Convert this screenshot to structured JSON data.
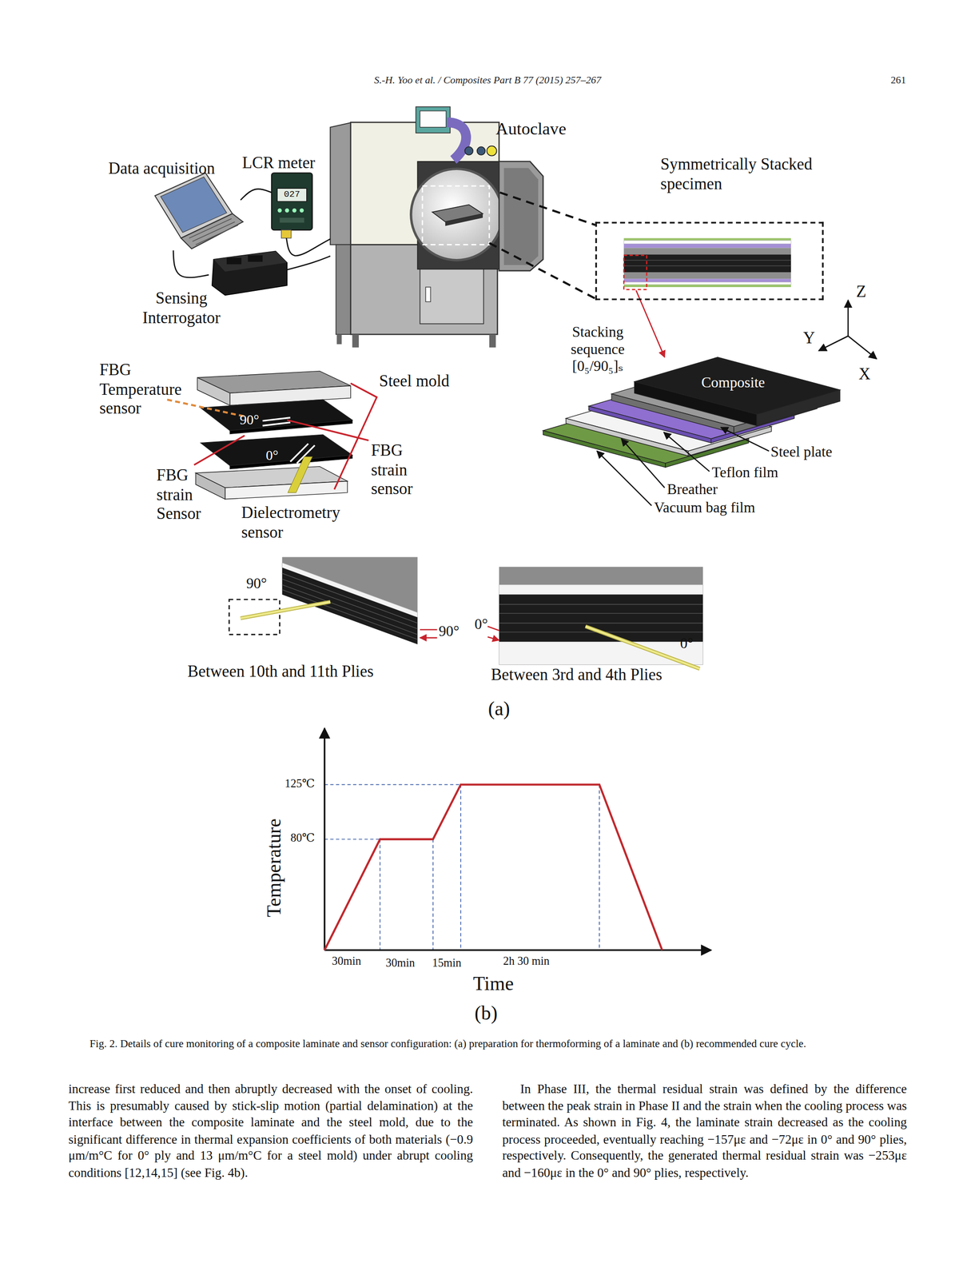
{
  "diagram": {
    "caption": "Fig. 2. Details of cure monitoring of a composite laminate and sensor configuration: (a) preparation for thermoforming of a laminate and (b) recommended cure cycle.",
    "nodes": [
      {
        "text": [
          "Data acquisition"
        ]
      },
      {
        "text": [
          "LCR meter",
          "027"
        ]
      },
      {
        "text": [
          "Sensing Interrogator"
        ]
      },
      {
        "text": [
          "Autoclave"
        ]
      },
      {
        "text": [
          "Symmetrically Stacked specimen"
        ]
      }
    ],
    "edges": [
      {
        "from": 0,
        "to": 1,
        "arrow": "none"
      },
      {
        "from": 0,
        "to": 2,
        "arrow": "none"
      },
      {
        "from": 1,
        "to": 3,
        "arrow": "none"
      },
      {
        "from": 2,
        "to": 3,
        "arrow": "none"
      },
      {
        "from": 3,
        "to": 4,
        "arrow": "none"
      }
    ],
    "labels": [
      "S.-H. Yoo et al. / Composites Part B 77 (2015) 257–267",
      "261",
      "Stacking sequence [0₅/90₅]ₛ",
      "Z",
      "Y",
      "X",
      "Composite",
      "Steel plate",
      "Teflon film",
      "Breather",
      "Vacuum bag film",
      "FBG Temperature sensor",
      "Steel mold",
      "90°",
      "0°",
      "FBG strain sensor",
      "FBG strain Sensor",
      "Dielectrometry sensor",
      "90°",
      "90°",
      "0°",
      "0°",
      "Between 10th and 11th Plies",
      "Between 3rd and 4th Plies",
      "(a)",
      "125℃",
      "80℃",
      "Temperature",
      "30min",
      "30min",
      "15min",
      "2h 30 min",
      "Time",
      "(b)",
      "increase first reduced and then abruptly decreased with the onset of cooling. This is presumably caused by stick-slip motion (partial delamination) at the interface between the composite laminate and the steel mold, due to the significant difference in thermal expansion coefficients of both materials (−0.9 μm/m°C for 0° ply and 13 μm/m°C for a steel mold) under abrupt cooling conditions [12,14,15] (see Fig. 4b).",
      "In Phase III, the thermal residual strain was defined by the difference between the peak strain in Phase II and the strain when the cooling process was terminated. As shown in Fig. 4, the laminate strain decreased as the cooling process proceeded, eventually reaching −157με and −72με in 0° and 90° plies, respectively. Consequently, the generated thermal residual strain was −253με and −160με in the 0° and 90° plies, respectively."
    ]
  }
}
